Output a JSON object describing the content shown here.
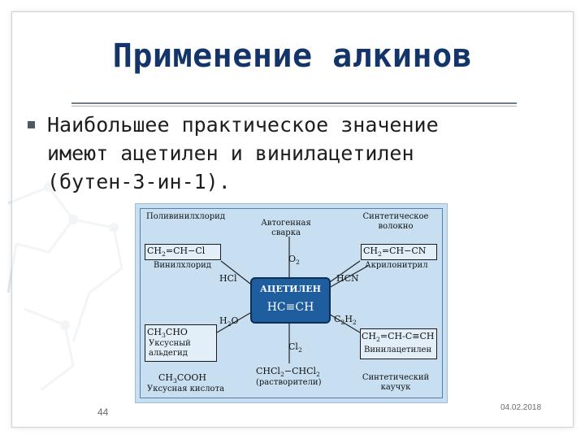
{
  "slide": {
    "title": "Применение алкинов",
    "body_lines": [
      "Наибольшее практическое значение",
      "имеют ацетилен и винилацетилен",
      "(бутен-3-ин-1)."
    ],
    "page_number": "44",
    "date": "04.02.2018"
  },
  "diagram": {
    "center": {
      "label": "АЦЕТИЛЕН",
      "formula": "HC≡CH"
    },
    "reagents": {
      "o2": "O",
      "hcl": "HCl",
      "hcn": "HCN",
      "h2o": "H",
      "c2h2": "C",
      "cl2": "Cl"
    },
    "products": {
      "polyvinyl": "Поливинилхлорид",
      "welding": "Автогенная\nсварка",
      "fiber": "Синтетическое\nволокно",
      "vinylchloride_formula": "CH",
      "vinylchloride_name": "Винилхлорид",
      "acrylonitrile_formula": "CH",
      "acrylonitrile_name": "Акрилонитрил",
      "acetaldehyde_formula": "CH",
      "acetaldehyde_name": "Уксусный\nальдегид",
      "vinylacetylene_formula": "CH",
      "vinylacetylene_name": "Винилацетилен",
      "acetic_formula": "CH",
      "acetic_name": "Уксусная кислота",
      "solvent_formula": "CHCl",
      "solvent_name": "(растворители)",
      "rubber": "Синтетический\nкаучук"
    }
  },
  "colors": {
    "title": "#14356a",
    "diagram_bg": "#c7dff0",
    "center_fill": "#1f5e9e"
  }
}
